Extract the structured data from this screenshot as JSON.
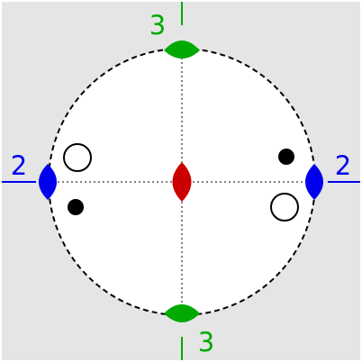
{
  "colors": {
    "background": "#e5e5e5",
    "disk": "#ffffff",
    "outline": "#000000",
    "guide": "#000000",
    "axis_2": "#0000ee",
    "axis_3": "#00aa00",
    "center": "#cc0000",
    "filled_dot": "#000000",
    "open_dot": "#ffffff"
  },
  "labels": {
    "top": "3",
    "bottom": "3",
    "left": "2",
    "right": "2"
  },
  "symbols": [
    {
      "name": "axis-3-top",
      "kind": "lens-horizontal",
      "color": "axis_3"
    },
    {
      "name": "axis-3-bottom",
      "kind": "lens-horizontal",
      "color": "axis_3"
    },
    {
      "name": "axis-2-left",
      "kind": "lens-vertical",
      "color": "axis_2"
    },
    {
      "name": "axis-2-right",
      "kind": "lens-vertical",
      "color": "axis_2"
    },
    {
      "name": "center-axis",
      "kind": "lens-vertical",
      "color": "center"
    }
  ],
  "points": [
    {
      "name": "open-dot-upper-left",
      "style": "open"
    },
    {
      "name": "filled-dot-lower-left",
      "style": "filled"
    },
    {
      "name": "filled-dot-upper-right",
      "style": "filled"
    },
    {
      "name": "open-dot-lower-right",
      "style": "open"
    }
  ]
}
